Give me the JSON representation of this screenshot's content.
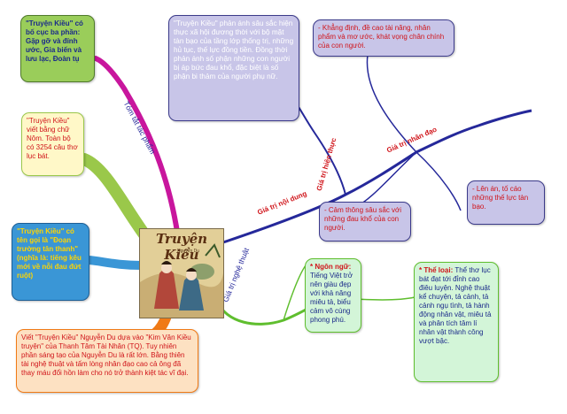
{
  "center": {
    "title": "Truyện Kiều",
    "subtitle": "Nguyễn Du"
  },
  "branches": {
    "summary": "Tóm tắt tác phẩm",
    "content": "Giá trị nội dung",
    "realism": "Giá trị hiện thực",
    "humanist": "Giá trị nhân đạo",
    "art": "Giá trị nghệ thuật"
  },
  "nodes": {
    "structure": "\"Truyện Kiều\" có bố cục ba phần: Gặp gỡ và đính ước, Gia biến và lưu lạc, Đoàn tụ",
    "form": "\"Truyện Kiều\" viết bằng chữ Nôm. Toàn bộ có 3254 câu thơ lục bát.",
    "name": "\"Truyện Kiều\" có tên gọi là \"Đoạn trường tân thanh\" (nghĩa là: tiếng kêu mới về nỗi đau đứt ruột)",
    "origin": "Viết \"Truyện Kiều\" Nguyễn Du dựa vào \"Kim Vân Kiều truyện\" của Thanh Tâm Tài Nhân (TQ). Tuy nhiên phần sáng tạo của Nguyễn Du là rất lớn. Bằng thiên tài nghệ thuật và tấm lòng nhân đạo cao cả ông đã thay máu đổi hồn làm cho nó trở thành kiệt tác vĩ đại.",
    "realism_text": "\"Truyện Kiều\" phản ánh sâu sắc hiện thực xã hội đương thời với bộ mặt tàn bạo của tầng lớp thống trị, những hủ tục, thế lực đồng tiền. Đồng thời phản ánh số phận những con người bị áp bức đau khổ, đặc biệt là số phận bi thảm của người phụ nữ.",
    "humanist_1": "- Khẳng định, đề cao tài năng, nhân phẩm và mơ ước, khát vọng chân chính của con người.",
    "humanist_2": "- Lên án, tố cáo những thế lực tàn bạo.",
    "humanist_3": "- Cảm thông sâu sắc với những đau khổ của con người.",
    "language_label": "* Ngôn ngữ:",
    "language_text": "Tiếng Việt trở nên giàu đẹp với khả năng miêu tả, biểu cảm vô cùng phong phú.",
    "genre_label": "* Thể loại:",
    "genre_text": "Thể thơ lục bát đạt tới đỉnh cao điêu luyện. Nghệ thuật kể chuyện, tả cảnh, tả cảnh ngụ tình, tả hành động nhân vật, miêu tả và phân tích tâm lí nhân vật thành công vượt bậc."
  },
  "colors": {
    "green_box": "#9acd5a",
    "blue_box": "#d6e8fb",
    "lavender_box": "#c8c5e8",
    "mint_box": "#d3f5d8",
    "orange_box": "#fde1c2",
    "yellow_text": "#ffd500",
    "purple_branch": "#c8169d",
    "green_branch": "#82c23a",
    "blue_branch": "#3a96d6",
    "orange_branch": "#f07a16",
    "navy_branch": "#25289a",
    "lbl_red": "#d0141a"
  }
}
